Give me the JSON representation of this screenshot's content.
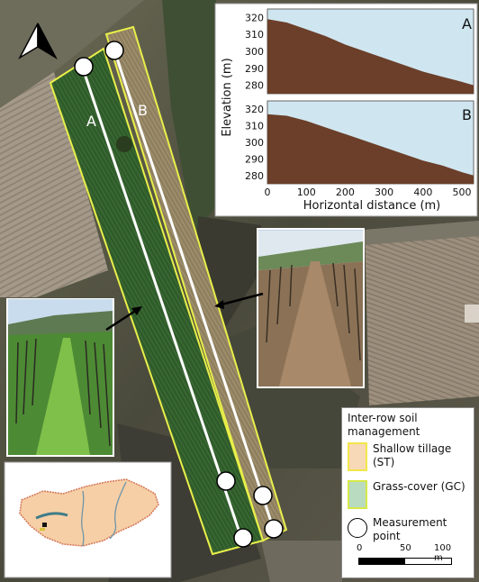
{
  "north_arrow": {
    "symbol": "north-arrow"
  },
  "transects": {
    "a_label": "A",
    "b_label": "B"
  },
  "profiles": {
    "panel_a_label": "A",
    "panel_b_label": "B",
    "ylabel": "Elevation (m)",
    "xlabel": "Horizontal distance (m)",
    "y_ticks": [
      "320",
      "310",
      "300",
      "290",
      "280"
    ],
    "x_ticks": [
      "0",
      "100",
      "200",
      "300",
      "400",
      "500"
    ],
    "colors": {
      "sky": "#cfe6f0",
      "ground": "#6b3f2a"
    }
  },
  "chart_data": [
    {
      "type": "area",
      "series_label": "A",
      "x": [
        0,
        50,
        100,
        150,
        200,
        250,
        300,
        350,
        400,
        450,
        500,
        530
      ],
      "y": [
        319,
        317,
        313,
        309,
        304,
        300,
        296,
        292,
        288,
        285,
        282,
        280
      ],
      "xlim": [
        0,
        530
      ],
      "ylim": [
        275,
        325
      ]
    },
    {
      "type": "area",
      "series_label": "B",
      "x": [
        0,
        50,
        100,
        150,
        200,
        250,
        300,
        350,
        400,
        450,
        500,
        530
      ],
      "y": [
        317,
        316,
        313,
        309,
        305,
        301,
        297,
        293,
        289,
        286,
        282,
        280
      ],
      "xlim": [
        0,
        530
      ],
      "ylim": [
        275,
        325
      ]
    }
  ],
  "legend": {
    "title": "Inter-row soil management",
    "items": [
      {
        "label": "Shallow tillage (ST)",
        "color": "#f7d9b7",
        "border": "#f2e64a"
      },
      {
        "label": "Grass-cover (GC)",
        "color": "#b9dcc0",
        "border": "#d6e84a"
      },
      {
        "label": "Measurement point",
        "color": "#ffffff",
        "border": "#000000"
      }
    ],
    "scale": {
      "labels": [
        "0",
        "50",
        "100 m"
      ]
    }
  },
  "colors": {
    "grass_strip": "#2f5a2a",
    "tillage_strip": "#8e7f5e",
    "strip_outline": "#e9ef4a",
    "hungary_fill": "#f6cfa6",
    "hungary_border": "#d47a5a"
  }
}
